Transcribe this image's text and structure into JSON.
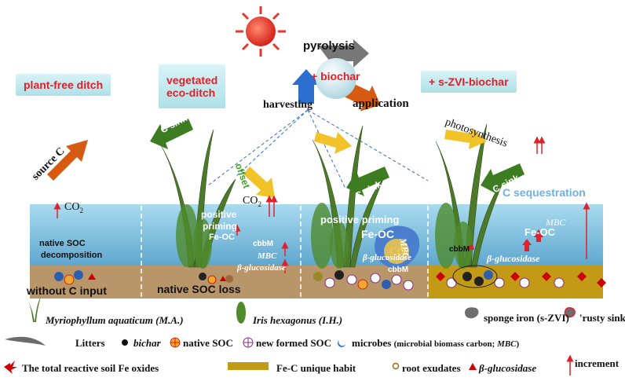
{
  "top": {
    "pyrolysis": "pyrolysis",
    "biochar": "+ biochar",
    "harvesting": "harvesting",
    "application": "application",
    "photosynthesis": "photosynthesis"
  },
  "panels": {
    "p1": "plant-free ditch",
    "p2_line1": "vegetated",
    "p2_line2": "eco-ditch",
    "p4": "+ s-ZVI-biochar"
  },
  "flux": {
    "source_c": "source C",
    "c_sink": "C sink",
    "offset": "offset",
    "co2": "CO",
    "co2_sub": "2",
    "c_sequestration": "C sequestration"
  },
  "water": {
    "positive_priming": "positive priming",
    "positive": "positive",
    "priming": "priming",
    "fe_oc": "Fe-OC",
    "cbbm": "cbbM",
    "mbc": "MBC",
    "beta_glucosidase": "β-glucosidase",
    "native_soc_line1": "native SOC",
    "native_soc_line2": "decomposition",
    "co_label": "CO"
  },
  "soil": {
    "without_c_input": "without C input",
    "native_soc_loss": "native SOC loss"
  },
  "legend": {
    "ma": "Myriophyllum aquaticum (M.A.)",
    "ih": "Iris hexagonus (I.H.)",
    "sponge_iron": "sponge iron (s-ZVI)",
    "rusty_sink": "'rusty sink'",
    "litters": "Litters",
    "bichar": "bichar",
    "native_soc": "native SOC",
    "new_soc": "new formed SOC",
    "microbes": "microbes",
    "microbes_detail": "(microbial biomass carbon; ",
    "mbc": "MBC",
    "close_paren": ")",
    "fe_oxides": "The total reactive soil Fe oxides",
    "fe_c_habit": "Fe-C unique habit",
    "root_exudates": "root exudates",
    "beta_gluc": "β-glucosidase",
    "increment": "increment"
  },
  "colors": {
    "water_top": "#9fd4ea",
    "water_bottom": "#5fa7cf",
    "sediment": "#b9956a",
    "fe_c_habit": "#c39a16",
    "label_red": "#e0202a",
    "arrow_green": "#3c7d22",
    "arrow_yellow": "#f2c329",
    "arrow_orange": "#d65a12",
    "arrow_blue": "#2d6fcf",
    "sun": "#e33a2c"
  }
}
